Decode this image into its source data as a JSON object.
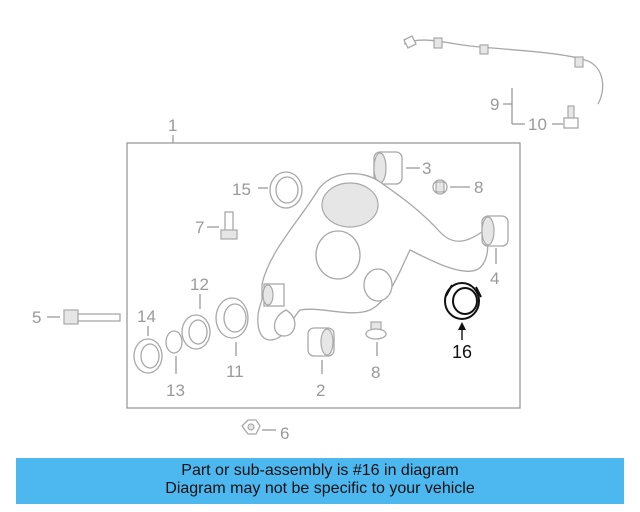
{
  "callouts": {
    "c1": "1",
    "c2": "2",
    "c3": "3",
    "c4": "4",
    "c5": "5",
    "c6": "6",
    "c7": "7",
    "c8a": "8",
    "c8b": "8",
    "c9": "9",
    "c10": "10",
    "c11": "11",
    "c12": "12",
    "c13": "13",
    "c14": "14",
    "c15": "15",
    "c16": "16"
  },
  "highlight_part": "16",
  "colors": {
    "banner": "#4db8f0",
    "highlight": "#111111",
    "linework": "#9a9a9a"
  },
  "banner": {
    "line1": "Part or sub-assembly is #16 in diagram",
    "line2": "Diagram may not be specific to your vehicle"
  }
}
